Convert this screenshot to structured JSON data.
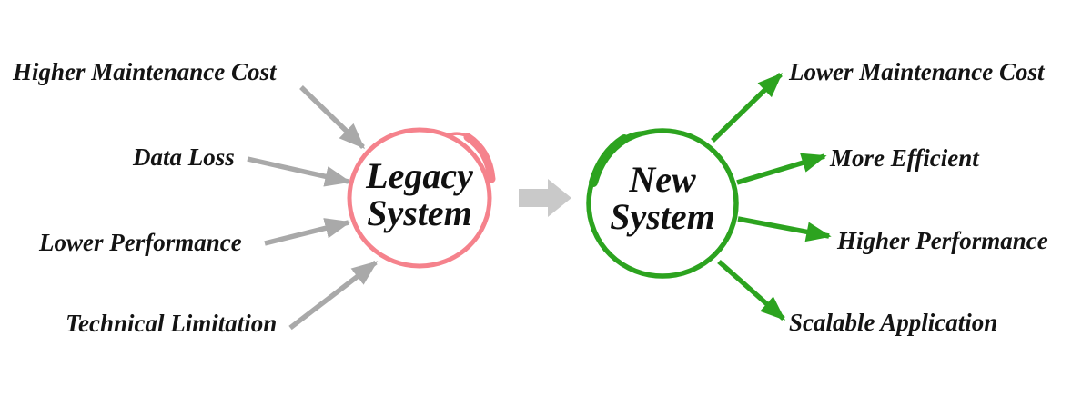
{
  "colors": {
    "legacy_circle": "#f5828c",
    "new_circle": "#2ca31f",
    "drawback_arrow": "#a9a9a9",
    "transition_arrow": "#c9c9c9",
    "benefit_arrow": "#2ca31f",
    "label_text": "#141414"
  },
  "legacy_system": {
    "name_line1": "Legacy",
    "name_line2": "System",
    "drawbacks": [
      "Higher Maintenance Cost",
      "Data Loss",
      "Lower Performance",
      "Technical Limitation"
    ]
  },
  "new_system": {
    "name_line1": "New",
    "name_line2": "System",
    "benefits": [
      "Lower Maintenance Cost",
      "More Efficient",
      "Higher Performance",
      "Scalable Application"
    ]
  }
}
